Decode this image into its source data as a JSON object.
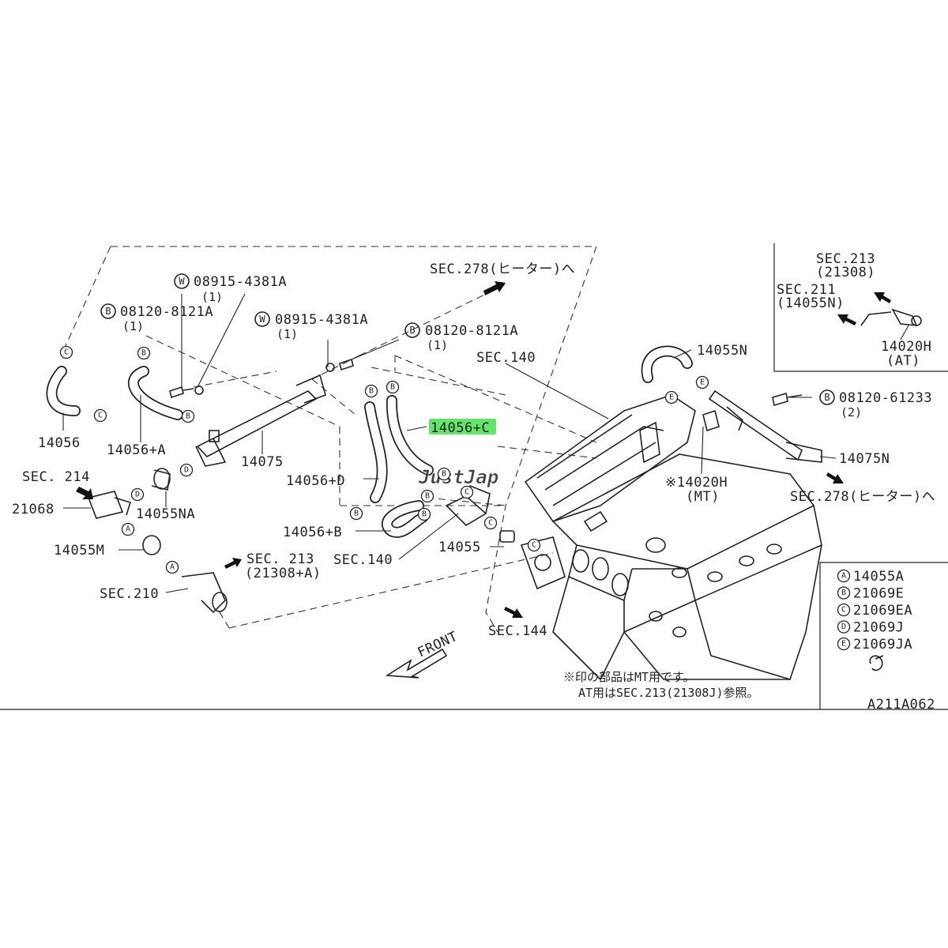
{
  "labels": {
    "sec278_top": "SEC.278(ヒーター)へ",
    "w_bolt_1": "08915-4381A",
    "w_qty_1": "(1)",
    "b_bolt_1": "08120-8121A",
    "b_qty_1": "(1)",
    "w_bolt_2": "08915-4381A",
    "w_qty_2": "(1)",
    "b_bolt_2": "08120-8121A",
    "b_qty_2": "(1)",
    "sec140_top": "SEC.140",
    "p14056": "14056",
    "p14056a": "14056+A",
    "p14075": "14075",
    "p14056c": "14056+C",
    "p14056d": "14056+D",
    "p14056b": "14056+B",
    "sec214": "SEC. 214",
    "p21068": "21068",
    "p14055na": "14055NA",
    "p14055m": "14055M",
    "sec213_a": "SEC. 213",
    "sec213_a_sub": "(21308+A)",
    "sec210": "SEC.210",
    "sec140_bot": "SEC.140",
    "p14055": "14055",
    "sec144": "SEC.144",
    "front": "FRONT",
    "p14055n": "14055N",
    "b_bolt_3": "08120-61233",
    "b_qty_3": "(2)",
    "p14075n": "14075N",
    "sec278_right": "SEC.278(ヒーター)へ",
    "p14020h_mt": "※14020H",
    "mt": "(MT)",
    "note_line1": "※印の部品はMT用です。",
    "note_line2": "AT用はSEC.213(21308J)参照。",
    "diagram_id": "A211A062",
    "watermark": "JustJap"
  },
  "inset": {
    "sec213": "SEC.213",
    "sec213_sub": "(21308)",
    "sec211": "SEC.211",
    "sec211_sub": "(14055N)",
    "part": "14020H",
    "part_sub": "(AT)"
  },
  "letters": {
    "W": "W",
    "B": "B",
    "A": "A",
    "C": "C",
    "D": "D",
    "E": "E"
  },
  "legend": [
    {
      "letter": "A",
      "part": "14055A"
    },
    {
      "letter": "B",
      "part": "21069E"
    },
    {
      "letter": "C",
      "part": "21069EA"
    },
    {
      "letter": "D",
      "part": "21069J"
    },
    {
      "letter": "E",
      "part": "21069JA"
    }
  ],
  "colors": {
    "line": "#222222",
    "highlight": "#66e36c",
    "watermark": "#e0303a",
    "background": "#ffffff"
  }
}
